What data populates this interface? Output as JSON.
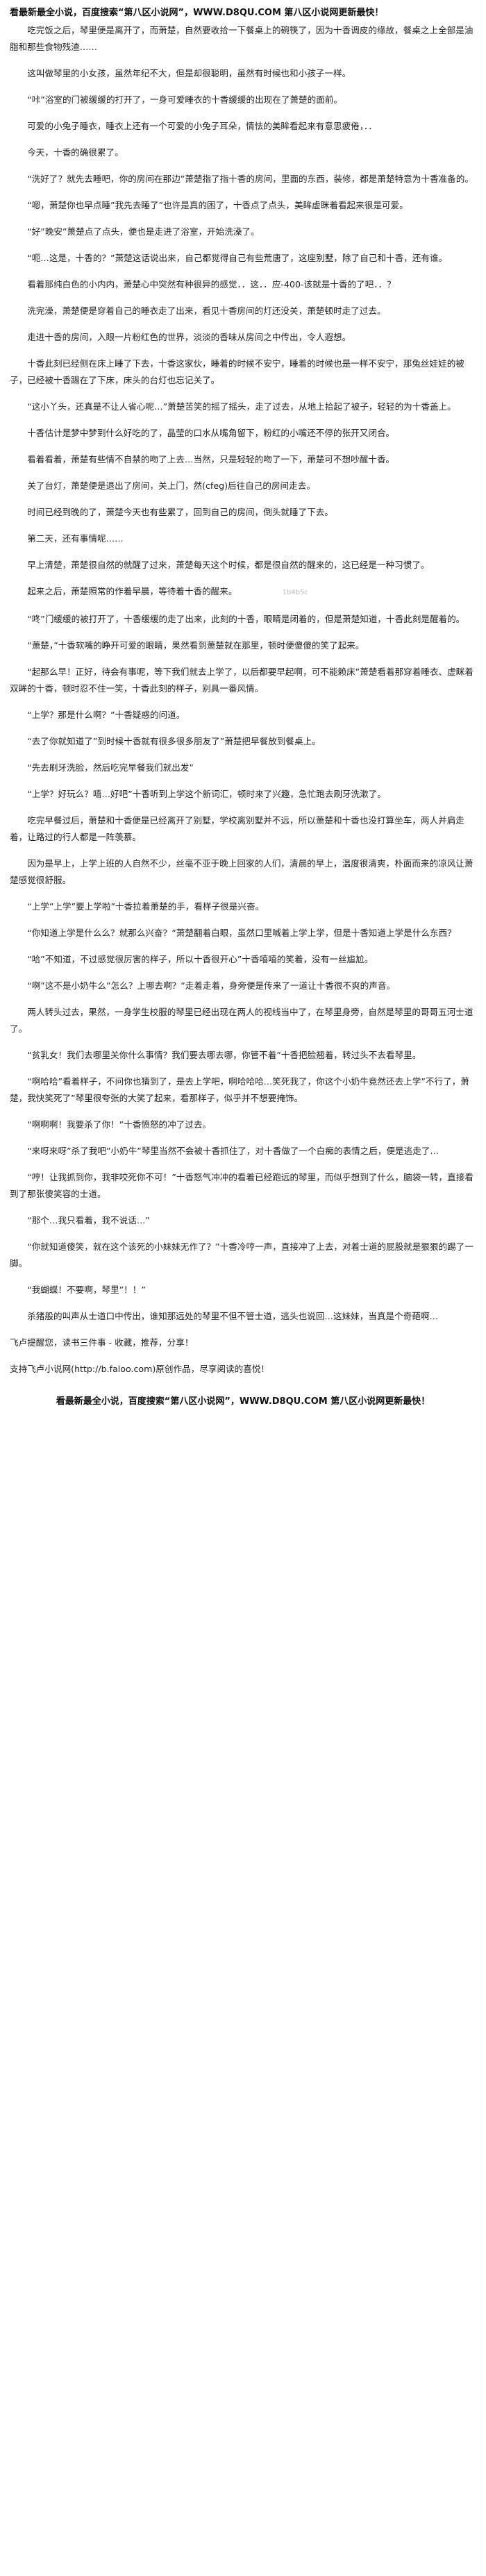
{
  "header": {
    "banner": "看最新最全小说，百度搜索“第八区小说网”，WWW.D8QU.COM 第八区小说网更新最快！"
  },
  "paragraphs": [
    "吃完饭之后，琴里便是离开了，而萧楚，自然要收拾一下餐桌上的碗筷了，因为十香调皮的缘故，餐桌之上全部是油脂和那些食物残渣……",
    "这叫做琴里的小女孩，虽然年纪不大，但是却很聪明，虽然有时候也和小孩子一样。",
    "“咔”浴室的门被缓缓的打开了，一身可爱睡衣的十香缓缓的出现在了萧楚的面前。",
    "可爱的小兔子睡衣，睡衣上还有一个可爱的小兔子耳朵，情怯的美眸看起来有意思疲倦，．．",
    "今天，十香的确很累了。",
    "“洗好了？就先去睡吧，你的房间在那边”萧楚指了指十香的房间，里面的东西，装修，都是萧楚特意为十香准备的。",
    "“嗯，萧楚你也早点睡”我先去睡了”也许是真的困了，十香点了点头，美眸虚眯着看起来很是可爱。",
    "“好”晚安”萧楚点了点头，便也是走进了浴室，开始洗澡了。",
    "“呃…这是，十香的？”萧楚这话说出来，自己都觉得自己有些荒唐了，这座别墅，除了自己和十香，还有谁。",
    "看着那纯白色的小内内，萧楚心中突然有种很异的感觉．．这．．应-400-该就是十香的了吧．．？",
    "洗完澡，萧楚便是穿着自己的睡衣走了出来，看见十香房间的灯还没关，萧楚顿时走了过去。",
    "走进十香的房间，入眼一片粉红色的世界，淡淡的香味从房间之中传出，令人遐想。",
    "十香此刻已经侧在床上睡了下去，十香这家伙，睡着的时候不安宁，睡着的时候也是一样不安宁，那兔丝娃娃的被子，已经被十香踢在了下床，床头的台灯也忘记关了。",
    "“这小丫头，还真是不让人省心呢…”萧楚苦笑的摇了摇头，走了过去，从地上拾起了被子，轻轻的为十香盖上。",
    "十香估计是梦中梦到什么好吃的了，晶莹的口水从嘴角留下，粉红的小嘴还不停的张开又闭合。",
    "看着看着，萧楚有些情不自禁的吻了上去…当然，只是轻轻的吻了一下，萧楚可不想吵醒十香。",
    "关了台灯，萧楚便是退出了房间，关上门，然(cfeg)后往自己的房间走去。",
    "时间已经到晚的了，萧楚今天也有些累了，回到自己的房间，倒头就睡了下去。",
    "第二天，还有事情呢……",
    "早上清楚，萧楚很自然的就醒了过来，萧楚每天这个时候，都是很自然的醒来的，这已经是一种习惯了。",
    "起来之后，萧楚照常的作着早晨，等待着十香的醒来。",
    "“咚”门缓缓的被打开了，十香缓缓的走了出来，此刻的十香，眼睛是闭着的，但是萧楚知道，十香此刻是醒着的。",
    "“萧楚，”十香软嘴的睁开可爱的眼睛，果然看到萧楚就在那里，顿时便傻傻的笑了起来。",
    "“起那么早！正好，待会有事呢，等下我们就去上学了，以后都要早起啊，可不能赖床”萧楚看着那穿着睡衣、虚眯着双眸的十香，顿时忍不住一笑，十香此刻的样子，别具一番风情。",
    "“上学？那是什么啊？”十香疑惑的问道。",
    "“去了你就知道了”到时候十香就有很多很多朋友了”萧楚把早餐放到餐桌上。",
    "“先去刷牙洗脸，然后吃完早餐我们就出发”",
    "“上学？好玩么？唔…好吧”十香听到上学这个新词汇，顿时来了兴趣，急忙跑去刷牙洗漱了。",
    "吃完早餐过后，萧楚和十香便是已经离开了别墅，学校离别墅并不远，所以萧楚和十香也没打算坐车，两人并肩走着，让路过的行人都是一阵羡慕。",
    "因为是早上，上学上班的人自然不少，丝毫不亚于晚上回家的人们，清晨的早上，温度很清爽，朴面而来的凉风让萧楚感觉很舒服。",
    "“上学”上学”要上学啦”十香拉着萧楚的手，看样子很是兴奋。",
    "“你知道上学是什么么？就那么兴奋？”萧楚翻着白眼，虽然口里喊着上学上学，但是十香知道上学是什么东西？",
    "“哈”不知道，不过感觉很厉害的样子，所以十香很开心”十香嘻嘻的笑着，没有一丝尴尬。",
    "“啊”这不是小奶牛么”怎么？上哪去啊？”走着走着，身旁便是传来了一道让十香很不爽的声音。",
    "两人转头过去，果然，一身学生校服的琴里已经出现在两人的视线当中了，在琴里身旁，自然是琴里的哥哥五河士道了。",
    "“贫乳女！我们去哪里关你什么事情？我们要去哪去哪，你管不着”十香把脸翘着，转过头不去看琴里。",
    "“啊哈哈”看着样子，不问你也猜到了，是去上学吧，啊哈哈哈…笑死我了，你这个小奶牛竟然还去上学”不行了，萧楚，我快笑死了”琴里很夸张的大笑了起来，看那样子，似乎并不想要掩饰。",
    "“啊啊啊！我要杀了你！”十香愤怒的冲了过去。",
    "“来呀来呀”杀了我吧”小奶牛”琴里当然不会被十香抓住了，对十香做了一个白痴的表情之后，便是逃走了…",
    "“哼！让我抓到你，我非咬死你不可！”十香怒气冲冲的看着已经跑远的琴里，而似乎想到了什么，脑袋一转，直接看到了那张傻笑容的士道。",
    "“那个…我只看着，我不说话…”",
    "“你就知道傻笑，就在这个该死的小妹妹无作了？”十香冷哼一声，直接冲了上去，对着士道的屁股就是狠狠的踢了一脚。",
    "“我蝴蝶！不要啊，琴里”！！”",
    "杀猪般的叫声从士道口中传出，谁知那远处的琴里不但不管士道，逃头也说回…这妹妹，当真是个奇葩啊…"
  ],
  "stray_mark": "1b4b5c",
  "footer": {
    "ad_line": "飞卢提醒您，读书三件事 - 收藏，推荐，分享！",
    "support_line": "支持飞卢小说网(http://b.faloo.com)原创作品，尽享阅读的喜悦！",
    "banner_bottom": "看最新最全小说，百度搜索“第八区小说网”，WWW.D8QU.COM 第八区小说网更新最快！"
  }
}
